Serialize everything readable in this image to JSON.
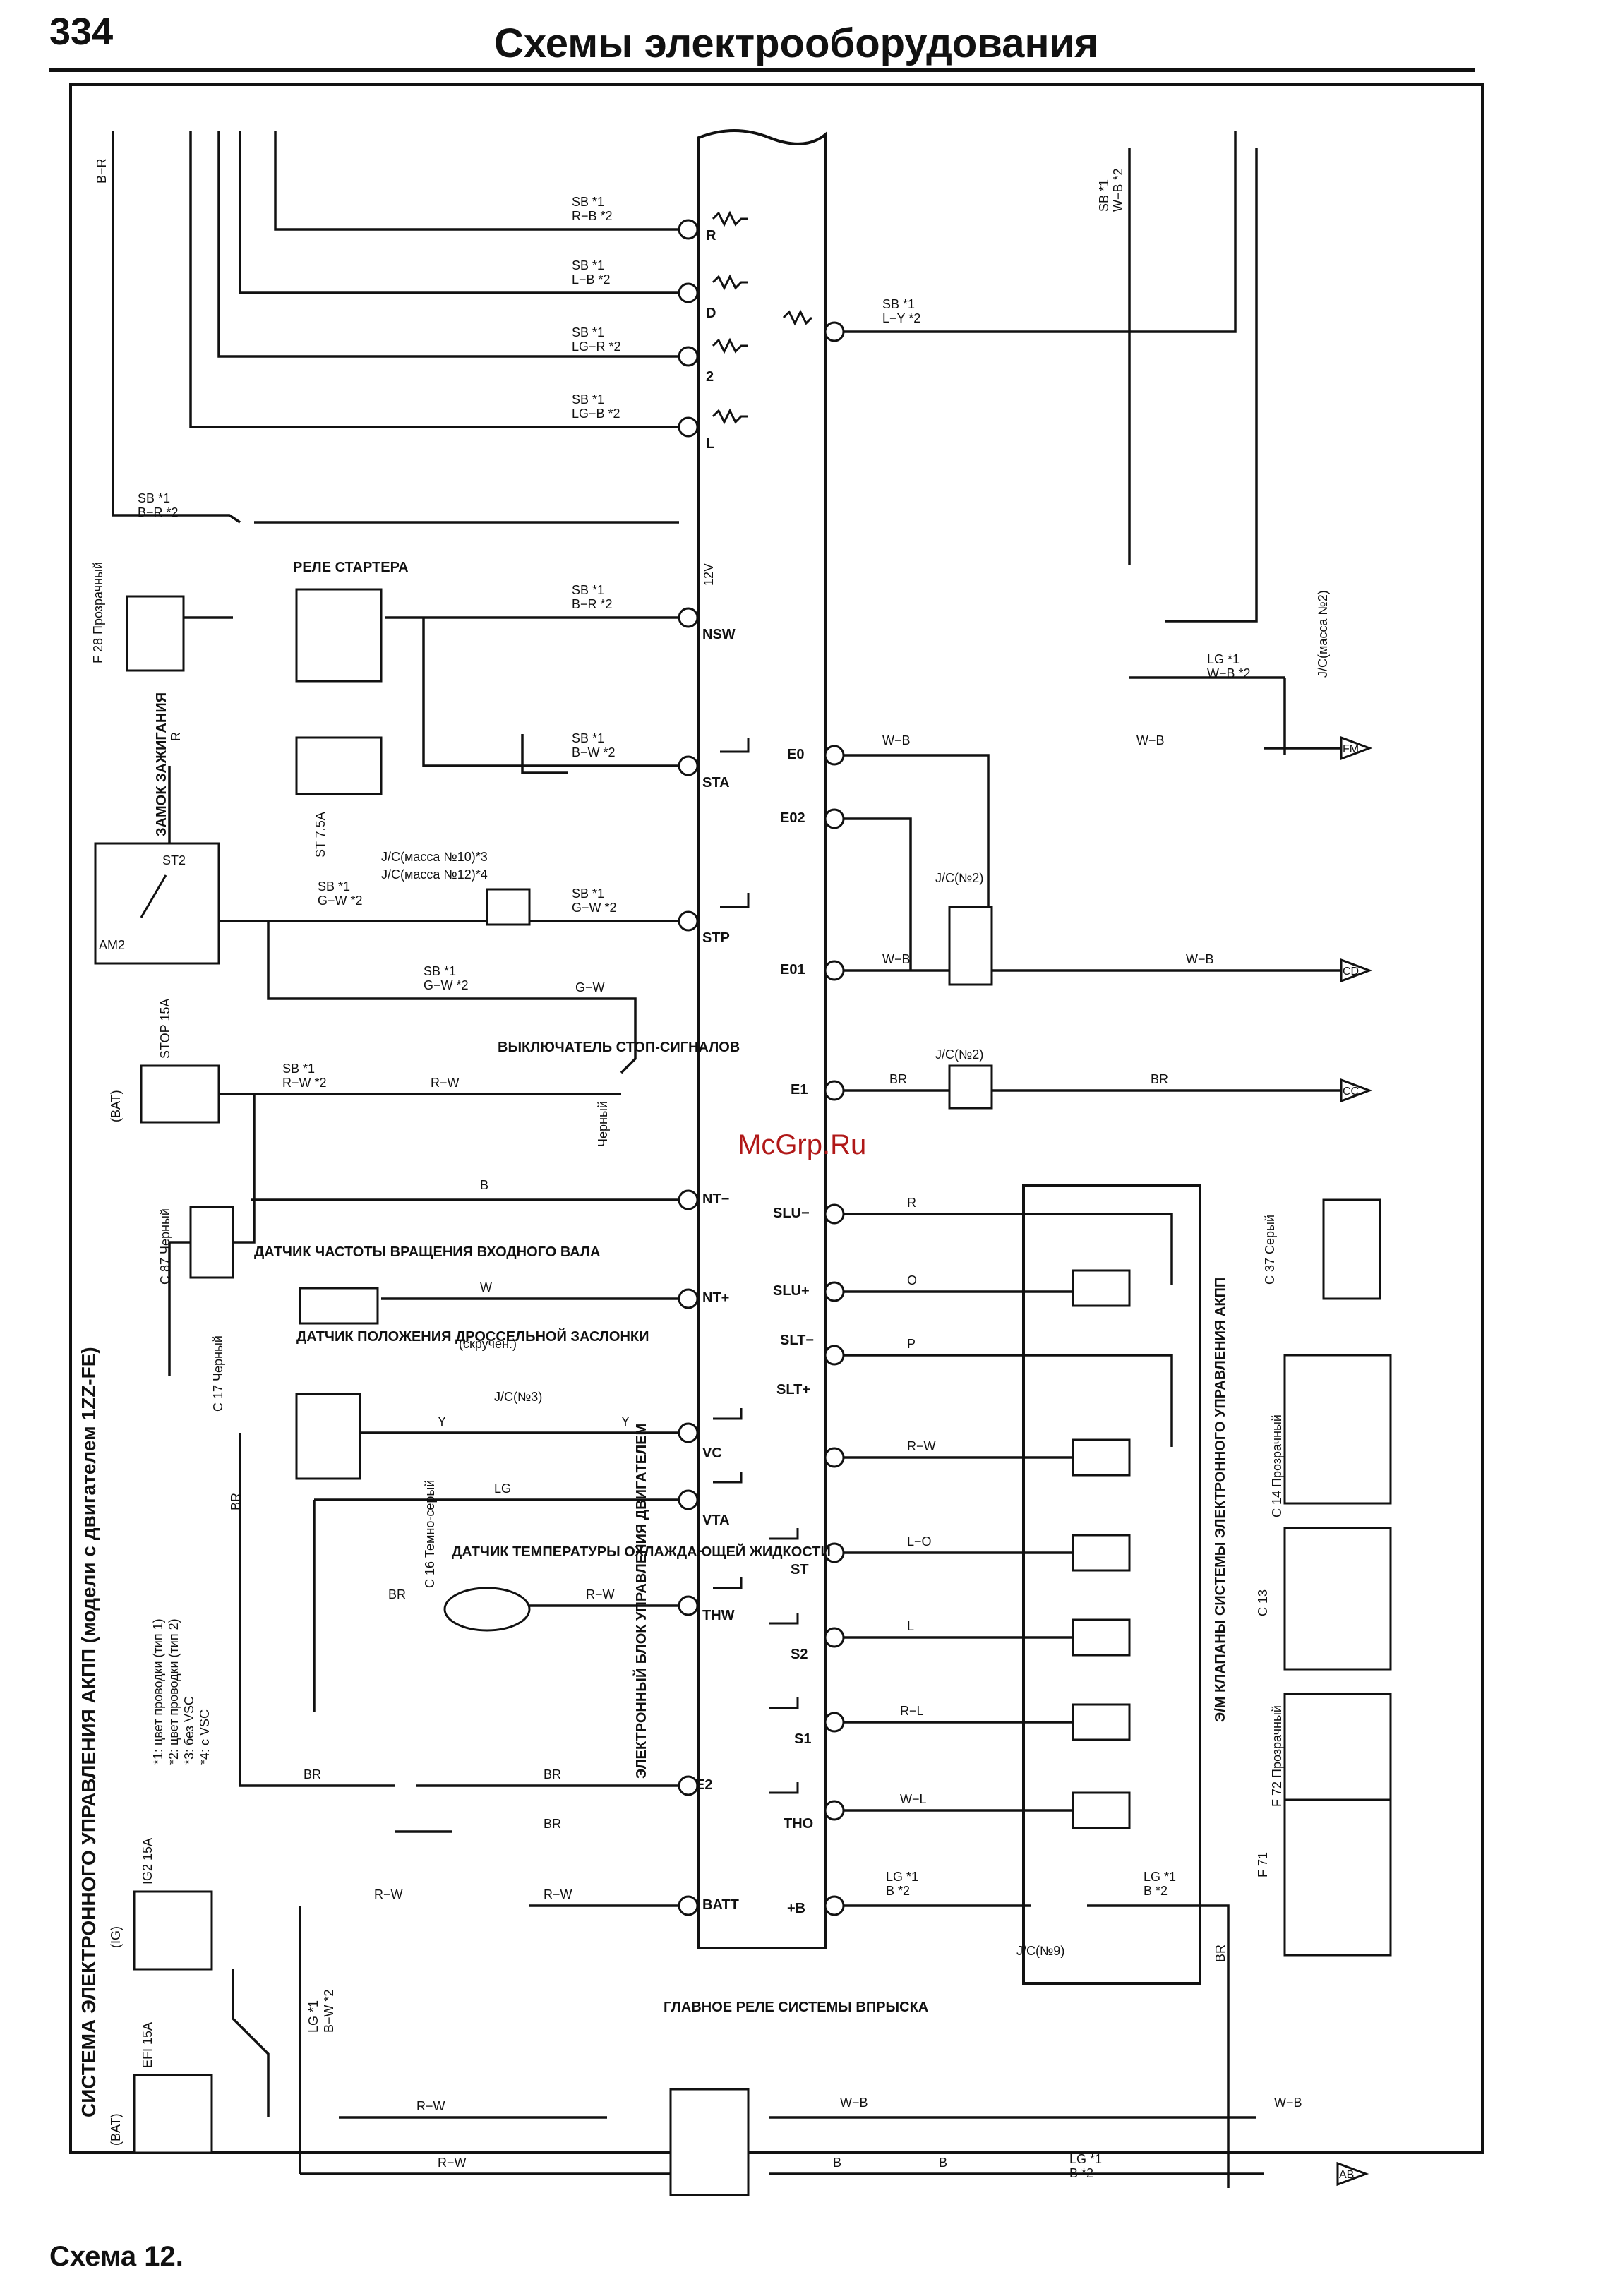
{
  "header": {
    "page_number": "334",
    "title": "Схемы электрооборудования"
  },
  "caption": "Схема 12.",
  "watermark": "McGrp.Ru",
  "system_title": "СИСТЕМА ЭЛЕКТРОННОГО УПРАВЛЕНИЯ АКПП (модели с двигателем 1ZZ-FE)",
  "footnotes": [
    "*1: цвет проводки (тип 1)",
    "*2: цвет проводки (тип 2)",
    "*3: без VSC",
    "*4: с VSC"
  ],
  "ecu": {
    "label": "ЭЛЕКТРОННЫЙ БЛОК УПРАВЛЕНИЯ ДВИГАТЕЛЕМ",
    "left_terminals": [
      "R",
      "D",
      "2",
      "L",
      "NSW",
      "STA",
      "STP",
      "NT−",
      "NT+",
      "VC",
      "VTA",
      "THW",
      "E2",
      "BATT"
    ],
    "right_terminals": [
      "E0",
      "E02",
      "E01",
      "E1",
      "SLU−",
      "SLU+",
      "SLT−",
      "SLT+",
      "ST",
      "S2",
      "S1",
      "THO",
      "+B"
    ]
  },
  "components": {
    "ignition_switch": "ЗАМОК ЗАЖИГАНИЯ",
    "ignition_connector": "F 28 Прозрачный",
    "ignition_pins": [
      "AM2",
      "ST2"
    ],
    "starter_relay": "РЕЛЕ СТАРТЕРА",
    "fuse_st": "ST 7.5A",
    "fuse_stop": "STOP 15A",
    "fuse_ig2": "IG2 15A",
    "fuse_efi": "EFI 15A",
    "bat": "(BAT)",
    "ig": "(IG)",
    "stop_switch": "ВЫКЛЮЧАТЕЛЬ СТОП-СИГНАЛОВ",
    "stop_switch_connector": "Черный",
    "speed_sensor": "ДАТЧИК ЧАСТОТЫ ВРАЩЕНИЯ ВХОДНОГО ВАЛА",
    "speed_sensor_connector": "C 87 Черный",
    "throttle_sensor": "ДАТЧИК ПОЛОЖЕНИЯ ДРОССЕЛЬНОЙ ЗАСЛОНКИ",
    "throttle_connector": "C 17 Черный",
    "coolant_sensor": "ДАТЧИК ТЕМПЕРАТУРЫ ОХЛАЖДАЮЩЕЙ ЖИДКОСТИ",
    "coolant_connector": "C 16 Темно-серый",
    "efi_relay": "ГЛАВНОЕ РЕЛЕ СИСТЕМЫ ВПРЫСКА",
    "solenoids": "Э/М КЛАПАНЫ СИСТЕМЫ ЭЛЕКТРОННОГО УПРАВЛЕНИЯ АКПП",
    "solenoid_connector": "C 37 Серый",
    "twisted": "(скручен.)",
    "jc_mass_10": "J/C(масса №10)*3",
    "jc_mass_12": "J/C(масса №12)*4",
    "jc_mass_2": "J/C(масса №2)",
    "jc_2": "J/C(№2)",
    "jc_3": "J/C(№3)",
    "jc_9": "J/C(№9)",
    "connector_c14": "C 14 Прозрачный",
    "connector_c13": "C 13",
    "connector_f72": "F 72 Прозрачный",
    "connector_f71": "F 71"
  },
  "wire_labels": {
    "sb_rb": [
      "SB *1",
      "R−B *2"
    ],
    "sb_lb": [
      "SB *1",
      "L−B *2"
    ],
    "sb_lgr": [
      "SB *1",
      "LG−R *2"
    ],
    "sb_lgb": [
      "SB *1",
      "LG−B *2"
    ],
    "sb_br": [
      "SB *1",
      "B−R *2"
    ],
    "sb_bw": [
      "SB *1",
      "B−W *2"
    ],
    "sb_gw": [
      "SB *1",
      "G−W *2"
    ],
    "sb_rw": [
      "SB *1",
      "R−W *2"
    ],
    "sb_ly": [
      "SB *1",
      "L−Y *2"
    ],
    "sb_wb": [
      "SB *1",
      "W−B *2"
    ],
    "lg_wb": [
      "LG *1",
      "W−B *2"
    ],
    "lg_b": [
      "LG *1",
      "B *2"
    ],
    "lg_bw": [
      "LG *1",
      "B−W *2"
    ],
    "misc": [
      "B−R",
      "W−B",
      "BR",
      "R",
      "O",
      "P",
      "Y",
      "LG",
      "R−W",
      "L−O",
      "L",
      "R−L",
      "W−L",
      "G−W",
      "B",
      "W",
      "12V"
    ]
  },
  "grounds": [
    "FM",
    "CD",
    "CC",
    "AB"
  ]
}
